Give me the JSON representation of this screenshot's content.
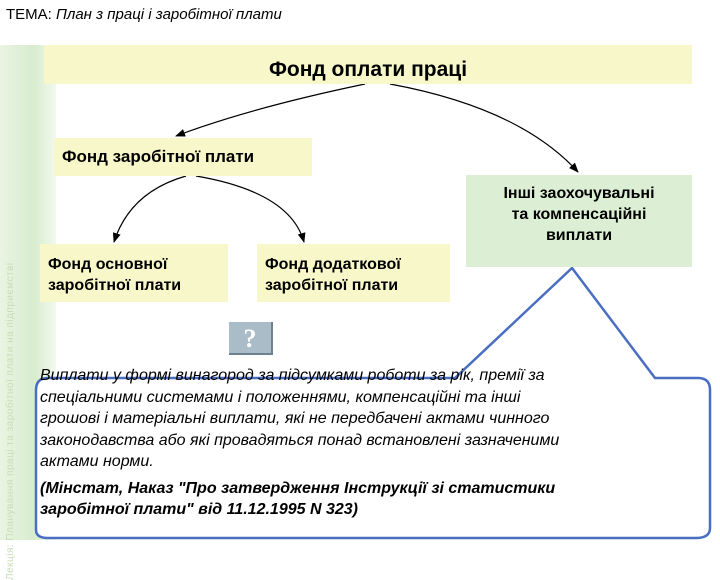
{
  "header": {
    "label": "ТЕМА:",
    "topic": "План з праці і заробітної плати"
  },
  "side_banner": {
    "text": "Лекція: Планування праці та заробітної плати на підприємстві"
  },
  "diagram": {
    "nodes": {
      "fund_pay": "Фонд оплати праці",
      "fund_wage": "Фонд заробітної плати",
      "fund_basic": [
        "Фонд основної",
        "заробітної плати"
      ],
      "fund_extra": [
        "Фонд додаткової",
        "заробітної плати"
      ],
      "other_pay": [
        "Інші заохочувальні",
        "та компенсаційні",
        "виплати"
      ]
    },
    "question_button": "?"
  },
  "callout": {
    "lines": [
      "Виплати у формі винагород за підсумками роботи за рік, премії за",
      "спеціальними системами і положеннями, компенсаційні та інші",
      "грошові і матеріальні виплати, які не передбачені актами чинного",
      "законодавства або які провадяться понад встановлені зазначеними",
      "актами норми."
    ],
    "source_lines": [
      "(Мінстат, Наказ \"Про затвердження Інструкції зі статистики",
      "заробітної плати\" від 11.12.1995 N 323)"
    ]
  },
  "colors": {
    "box_fill": "#f7f7c9",
    "other_box_fill": "#dcefd4",
    "callout_border": "#4a6fc2",
    "callout_fill": "#ffffff",
    "side_strip": "#d8ecce",
    "arrow": "#000000"
  }
}
